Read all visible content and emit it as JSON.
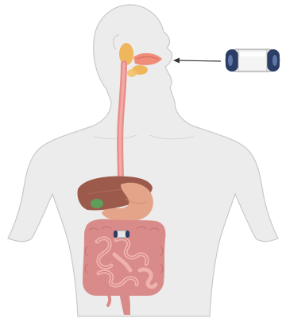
{
  "figure": {
    "labels": [],
    "structures": [
      "human-torso-silhouette",
      "salivary-glands",
      "mouth",
      "esophagus",
      "liver",
      "gallbladder",
      "stomach",
      "large-intestine",
      "small-intestine",
      "rectum",
      "ingested-capsule-camera",
      "capsule-camera-enlarged",
      "pointer-arrow"
    ]
  },
  "colors": {
    "body_fill": "#ececec",
    "body_outline": "#c9c9c9",
    "esophagus": "#e98f8a",
    "liver": "#9c5a4c",
    "stomach": "#e4a48a",
    "intestine": "#d98b89",
    "gland": "#f0b04c",
    "capsule_body": "#e8e8e8",
    "capsule_cap": "#2c3e66"
  }
}
